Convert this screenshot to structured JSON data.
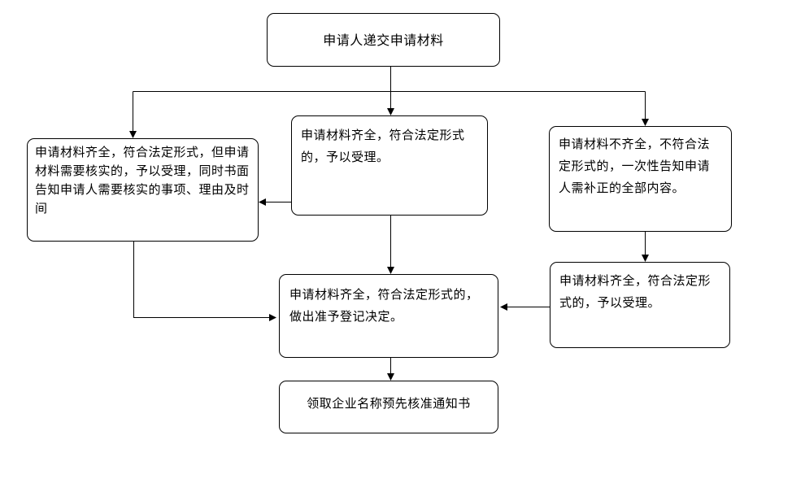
{
  "flowchart": {
    "nodes": {
      "submit": {
        "label": "申请人递交申请材料"
      },
      "verify": {
        "label": "申请材料齐全，符合法定形式，但申请材料需要核实的，予以受理，同时书面告知申请人需要核实的事项、理由及时间"
      },
      "accept": {
        "label": "申请材料齐全，符合法定形式的，予以受理。"
      },
      "incomplete": {
        "label": "申请材料不齐全，不符合法定形式的，一次性告知申请人需补正的全部内容。"
      },
      "resubmit": {
        "label": "申请材料齐全，符合法定形式的，予以受理。"
      },
      "decision": {
        "label": "申请材料齐全，符合法定形式的，做出准予登记决定。"
      },
      "receive": {
        "label": "领取企业名称预先核准通知书"
      }
    },
    "colors": {
      "line": "#000000",
      "box_border": "#000000",
      "box_fill": "#ffffff",
      "text": "#000000",
      "background": "#ffffff"
    }
  }
}
